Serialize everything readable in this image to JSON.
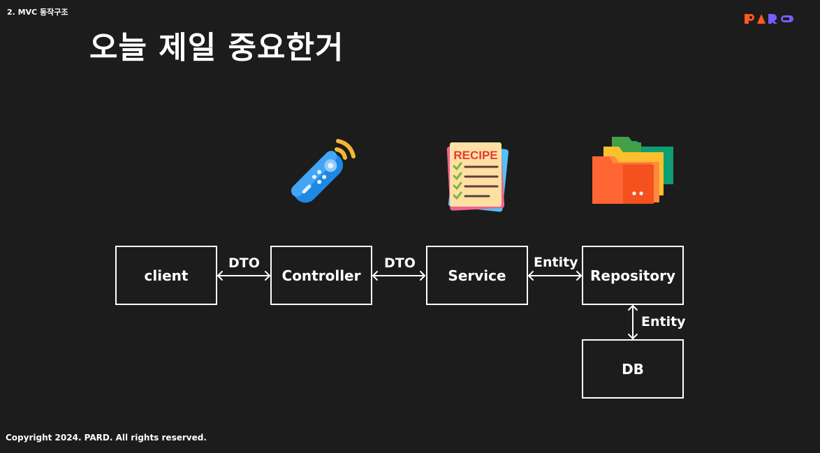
{
  "header": {
    "section": "2. MVC 동작구조",
    "title": "오늘 제일 중요한거",
    "logo_text": "PARD"
  },
  "diagram": {
    "nodes": {
      "client": "client",
      "controller": "Controller",
      "service": "Service",
      "repository": "Repository",
      "db": "DB"
    },
    "edges": {
      "client_controller": "DTO",
      "controller_service": "DTO",
      "service_repository": "Entity",
      "repository_db": "Entity"
    },
    "icons": {
      "controller": "remote-control-icon",
      "service": "recipe-icon",
      "repository": "folders-icon"
    },
    "recipe_label": "RECIPE"
  },
  "footer": {
    "copyright": "Copyright 2024. PARD. All rights reserved."
  },
  "colors": {
    "background": "#1c1c1c",
    "foreground": "#ffffff",
    "logo_orange": "#ff5a1f",
    "logo_purple": "#7b5cff"
  }
}
